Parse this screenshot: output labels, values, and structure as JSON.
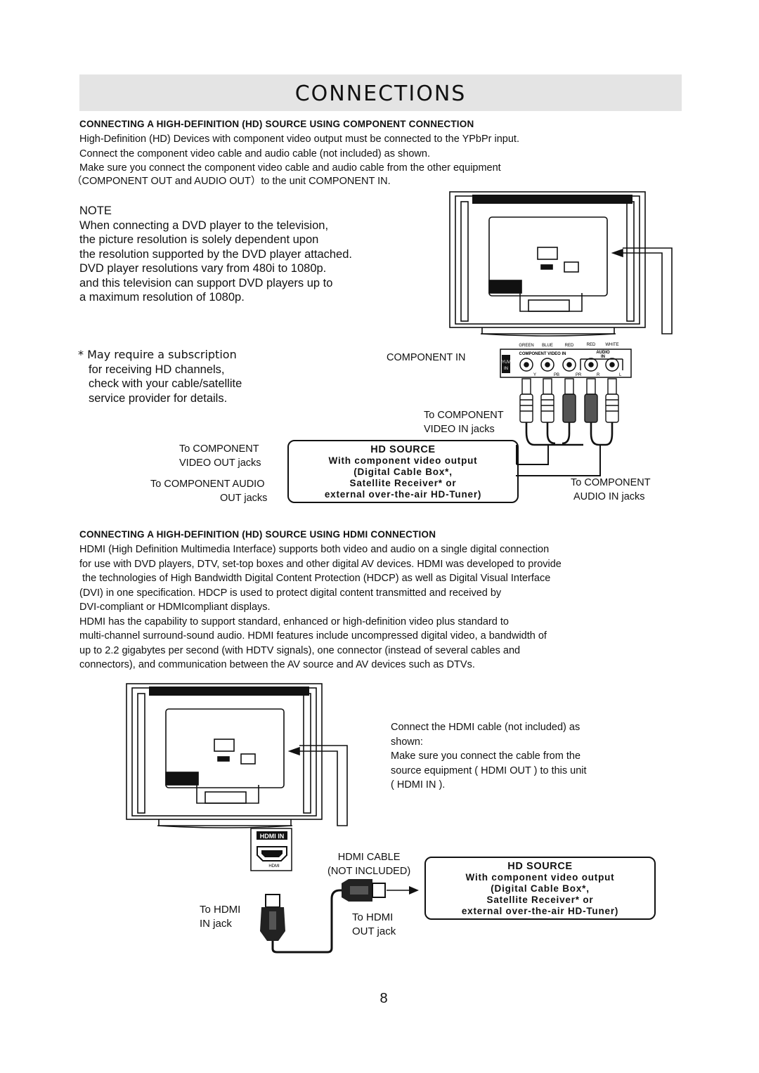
{
  "page": {
    "title": "CONNECTIONS",
    "page_number": "8"
  },
  "component": {
    "heading": "CONNECTING A HIGH-DEFINITION (HD) SOURCE USING  COMPONENT CONNECTION",
    "intro": [
      "High-Definition (HD) Devices with component video output must be connected to the YPbPr  input.",
      "Connect the component video cable and audio cable (not included) as shown.",
      "Make sure you connect the component video cable and audio cable from the other equipment",
      "（COMPONENT OUT and AUDIO OUT）to the unit COMPONENT IN."
    ],
    "note_title": "NOTE",
    "note_lines": [
      "When connecting a DVD player to the television,",
      "the picture resolution is solely dependent upon",
      "the resolution supported by the DVD player attached.",
      "DVD player resolutions vary from 480i to 1080p.",
      "and this television can support DVD players up to",
      "a maximum resolution of 1080p."
    ],
    "subscription_lines": [
      "* May require a subscription",
      "for receiving HD channels,",
      "check with your cable/satellite",
      "service provider for details."
    ],
    "component_in_label": "COMPONENT IN",
    "panel": {
      "color_labels": [
        "GREEN",
        "BLUE",
        "RED",
        "RED",
        "WHITE"
      ],
      "video_label": "COMPONENT VIDEO IN",
      "audio_label": "AUDIO",
      "audio_in": "IN",
      "yuv": "YUV",
      "yuv_in": "IN",
      "jack_letters": [
        "Y",
        "PB",
        "PR",
        "R",
        "L"
      ]
    },
    "to_video_in": [
      "To COMPONENT",
      "VIDEO IN jacks"
    ],
    "to_video_out": [
      "To COMPONENT",
      "VIDEO OUT jacks"
    ],
    "to_audio_out": [
      "To  COMPONENT AUDIO",
      "OUT jacks"
    ],
    "to_audio_in": [
      "To COMPONENT",
      "AUDIO IN jacks"
    ],
    "hd_box": {
      "head": "HD SOURCE",
      "lines": [
        "With component video output",
        "(Digital Cable Box*,",
        "Satellite Receiver* or",
        "external over-the-air HD-Tuner)"
      ]
    }
  },
  "hdmi": {
    "heading": "CONNECTING A HIGH-DEFINITION (HD) SOURCE USING HDMI CONNECTION",
    "body": [
      "HDMI (High Definition Multimedia Interface) supports both video and audio on a single digital connection",
      "for use with DVD players, DTV, set-top boxes and other digital AV devices. HDMI was developed to provide",
      " the technologies of High Bandwidth Digital Content Protection (HDCP) as well as Digital Visual Interface",
      "(DVI) in one specification. HDCP is used to protect digital content transmitted and received by",
      "DVI-compliant or HDMIcompliant displays.",
      "HDMI has the capability to support standard, enhanced or high-definition video plus standard to",
      "multi-channel surround-sound audio. HDMI features include uncompressed digital video, a bandwidth of",
      "up to 2.2 gigabytes per second (with HDTV signals), one connector (instead of several cables and",
      "connectors), and communication between the AV source and AV devices such as DTVs."
    ],
    "instructions": [
      "Connect the HDMI cable (not included) as",
      "shown:",
      "Make sure you connect the cable from the",
      "source equipment (  HDMI OUT ) to this unit",
      "(  HDMI IN  )."
    ],
    "hdmi_in_badge": "HDMI IN",
    "port_label": "HDMI",
    "cable_label": [
      "HDMI CABLE",
      "(NOT INCLUDED)"
    ],
    "to_in_jack": [
      "To HDMI",
      "IN jack"
    ],
    "to_out_jack": [
      "To HDMI",
      "OUT jack"
    ],
    "hd_box": {
      "head": "HD SOURCE",
      "lines": [
        "With component video output",
        "(Digital Cable Box*,",
        "Satellite Receiver* or",
        "external over-the-air HD-Tuner)"
      ]
    }
  }
}
